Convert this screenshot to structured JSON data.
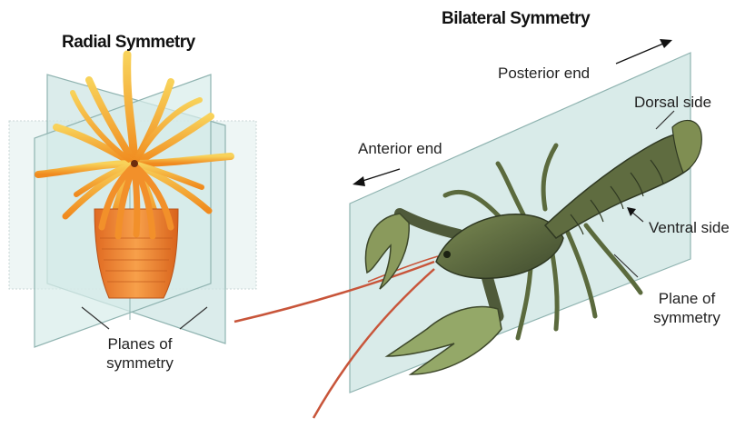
{
  "titles": {
    "radial": "Radial Symmetry",
    "bilateral": "Bilateral Symmetry"
  },
  "labels": {
    "planes_line1": "Planes of",
    "planes_line2": "symmetry",
    "posterior_end": "Posterior end",
    "anterior_end": "Anterior end",
    "dorsal_side": "Dorsal side",
    "ventral_side": "Ventral side",
    "plane_line1": "Plane of",
    "plane_line2": "symmetry"
  },
  "colors": {
    "plane_fill": "#cfe6e4",
    "plane_edge": "#8fb3b0",
    "anemone_orange": "#f08a1e",
    "anemone_yellow": "#f6c248",
    "crayfish_dark": "#4f5a3a",
    "crayfish_light": "#8a9a5c",
    "antenna_red": "#c8553a"
  },
  "icons": [
    "sea-anemone-illustration",
    "crayfish-illustration",
    "arrow-icon"
  ]
}
